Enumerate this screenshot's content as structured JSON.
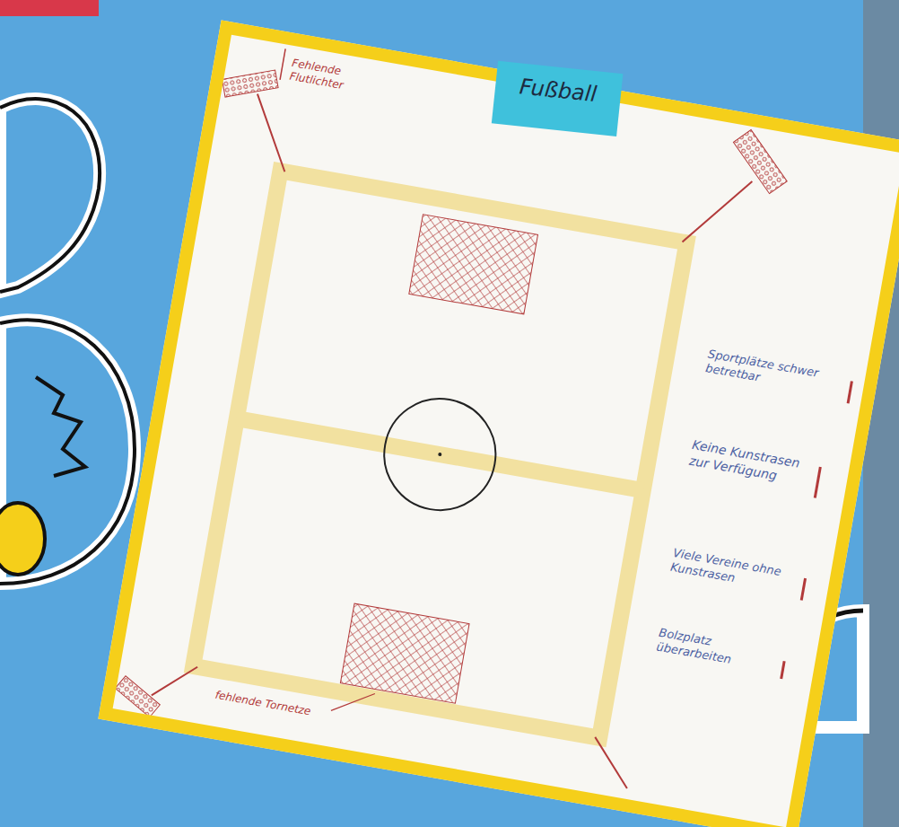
{
  "diagram": {
    "title": "Fußball",
    "labels": [
      "Fehlende Flutlichter",
      "Sportplätze schwer betretbar",
      "Keine Kunstrasen zur Verfügung",
      "Viele Vereine ohne Kunstrasen",
      "Bolzplatz überarbeiten",
      "fehlende Tornetze"
    ]
  }
}
